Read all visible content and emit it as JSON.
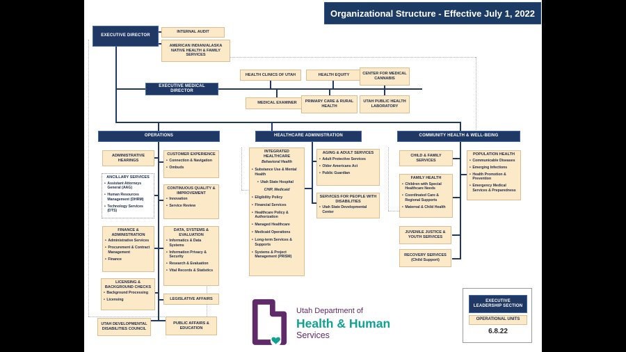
{
  "banner": {
    "title": "Organizational Structure - Effective July 1, 2022"
  },
  "colors": {
    "navy": "#1f3864",
    "tan": "#fce9c8",
    "purple": "#5f2a68",
    "teal": "#0fa292"
  },
  "logo": {
    "line1": "Utah Department of",
    "line2": "Health & Human",
    "line3": "Services"
  },
  "legend": {
    "leadership": "EXECUTIVE LEADERSHIP SECTION",
    "operational": "OPERATIONAL UNITS",
    "date": "6.8.22"
  },
  "boxes": {
    "exec_director": {
      "title": "EXECUTIVE DIRECTOR"
    },
    "internal_audit": {
      "title": "INTERNAL AUDIT"
    },
    "ai_an_services": {
      "title": "AMERICAN INDIAN/ALASKA NATIVE HEALTH & FAMILY SERVICES"
    },
    "exec_medical_director": {
      "title": "EXECUTIVE MEDICAL DIRECTOR"
    },
    "health_clinics": {
      "title": "HEALTH CLINICS OF UTAH"
    },
    "health_equity": {
      "title": "HEALTH EQUITY"
    },
    "medical_cannabis": {
      "title": "CENTER FOR MEDICAL CANNABIS"
    },
    "medical_examiner": {
      "title": "MEDICAL EXAMINER"
    },
    "primary_care": {
      "title": "PRIMARY CARE & RURAL HEALTH"
    },
    "public_health_lab": {
      "title": "UTAH PUBLIC HEALTH LABORATORY"
    },
    "operations_header": {
      "title": "OPERATIONS"
    },
    "healthcare_admin_header": {
      "title": "HEALTHCARE ADMINISTRATION"
    },
    "community_health_header": {
      "title": "COMMUNITY HEALTH & WELL-BEING"
    },
    "admin_hearings": {
      "title": "ADMINISTRATIVE HEARINGS"
    },
    "ancillary_services": {
      "title": "ANCILLARY SERVICES",
      "items": [
        "Assistant Attorneys General (AAG)",
        "Human Resources Management (DHRM)",
        "Technology Services (DTS)"
      ]
    },
    "customer_experience": {
      "title": "CUSTOMER EXPERIENCE",
      "items": [
        "Connection & Navigation",
        "Ombuds"
      ]
    },
    "continuous_quality": {
      "title": "CONTINUOUS QUALITY & IMPROVEMENT",
      "items": [
        "Innovation",
        "Service Review"
      ]
    },
    "finance_admin": {
      "title": "FINANCE & ADMINISTRATION",
      "items": [
        "Administrative Services",
        "Procurement & Contract Management",
        "Finance"
      ]
    },
    "data_systems_eval": {
      "title": "DATA, SYSTEMS & EVALUATION",
      "items": [
        "Informatics & Data Systems",
        "Information Privacy & Security",
        "Research & Evaluation",
        "Vital Records & Statistics"
      ]
    },
    "licensing_bg": {
      "title": "LICENSING & BACKGROUND CHECKS",
      "items": [
        "Background Processing",
        "Licensing"
      ]
    },
    "legislative_affairs": {
      "title": "LEGISLATIVE AFFAIRS"
    },
    "udd_council": {
      "title": "UTAH DEVELOPMENTAL DISABILITIES COUNCIL"
    },
    "public_affairs": {
      "title": "PUBLIC AFFAIRS & EDUCATION"
    },
    "integrated_healthcare": {
      "title": "INTEGRATED HEALTHCARE",
      "items": [
        {
          "cls": "subhead",
          "text": "Behavioral Health"
        },
        "Substance Use & Mental Health",
        {
          "cls": "bullet2",
          "text": "Utah State Hospital"
        },
        {
          "cls": "subhead",
          "text": "CHIP, Medicaid"
        },
        "Eligibility Policy",
        "Financial Services",
        "Healthcare Policy & Authorization",
        "Managed Healthcare",
        "Medicaid Operations",
        "Long-term Services & Supports",
        "Systems & Project Management (PRISM)"
      ]
    },
    "aging_adult": {
      "title": "AGING & ADULT SERVICES",
      "items": [
        "Adult Protective Services",
        "Older Americans Act",
        "Public Guardian"
      ]
    },
    "disabilities_services": {
      "title": "SERVICES FOR PEOPLE WITH DISABILITIES",
      "items": [
        "Utah State Developmental Center"
      ]
    },
    "child_family": {
      "title": "CHILD & FAMILY SERVICES"
    },
    "family_health": {
      "title": "FAMILY HEALTH",
      "items": [
        "Children with Special Healthcare Needs",
        "Coordinated Care & Regional Supports",
        "Maternal & Child Health"
      ]
    },
    "juvenile_justice": {
      "title": "JUVENILE JUSTICE & YOUTH SERVICES"
    },
    "recovery_services": {
      "title": "RECOVERY SERVICES",
      "subtitle": "(Child Support)"
    },
    "population_health": {
      "title": "POPULATION HEALTH",
      "items": [
        "Communicable Diseases",
        "Emerging Infections",
        "Health Promotion & Prevention",
        "Emergency Medical Services & Preparedness"
      ]
    }
  }
}
